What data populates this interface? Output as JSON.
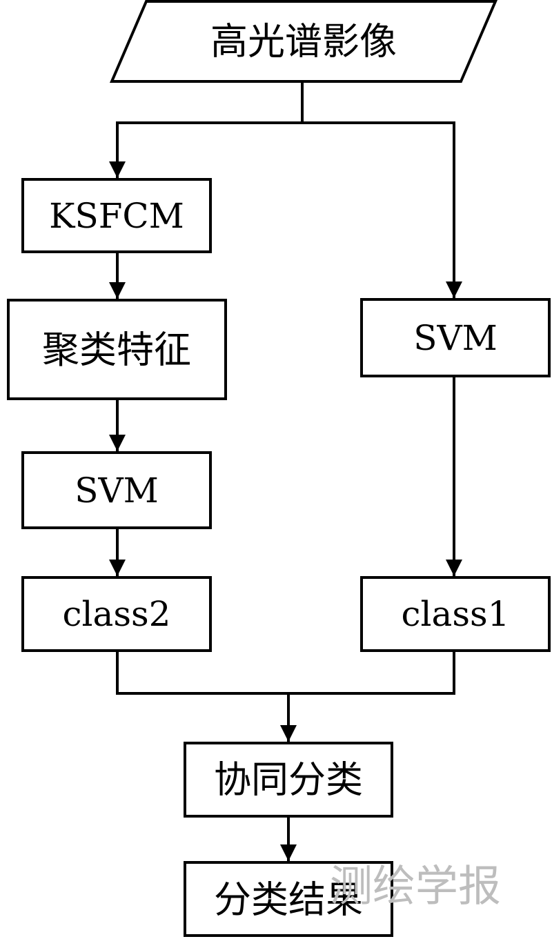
{
  "nodes": {
    "input": "高光谱影像",
    "ksfcm": "KSFCM",
    "cluster_features": "聚类特征",
    "svm_left": "SVM",
    "svm_right": "SVM",
    "class2": "class2",
    "class1": "class1",
    "co_classification": "协同分类",
    "result": "分类结果"
  },
  "watermark": "测绘学报"
}
